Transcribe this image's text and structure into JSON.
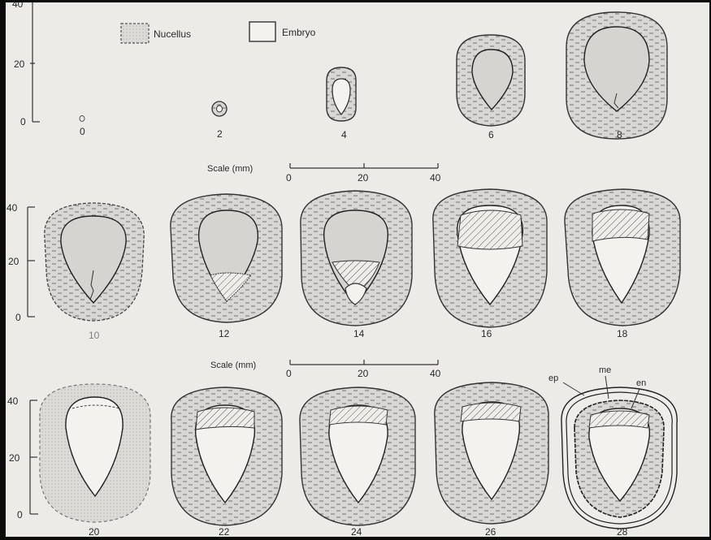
{
  "legend": {
    "nucellus_label": "Nucellus",
    "embryo_label": "Embryo"
  },
  "axis": {
    "ticks": [
      "40",
      "20",
      "0"
    ]
  },
  "scale_bar": {
    "label": "Scale (mm)",
    "ticks": [
      "0",
      "20",
      "40"
    ]
  },
  "row1": {
    "stages": [
      "0",
      "2",
      "4",
      "6",
      "8"
    ]
  },
  "row2": {
    "stages": [
      "10",
      "12",
      "14",
      "16",
      "18"
    ]
  },
  "row3": {
    "stages": [
      "20",
      "22",
      "24",
      "26",
      "28"
    ]
  },
  "layer_labels": {
    "ep": "ep",
    "me": "me",
    "en": "en"
  },
  "colors": {
    "paper": "#ecebe8",
    "ink": "#2a2a2a",
    "nucellus_fill": "#d8d6d2",
    "embryo_fill": "#f3f2ef",
    "hatch": "#555555"
  }
}
